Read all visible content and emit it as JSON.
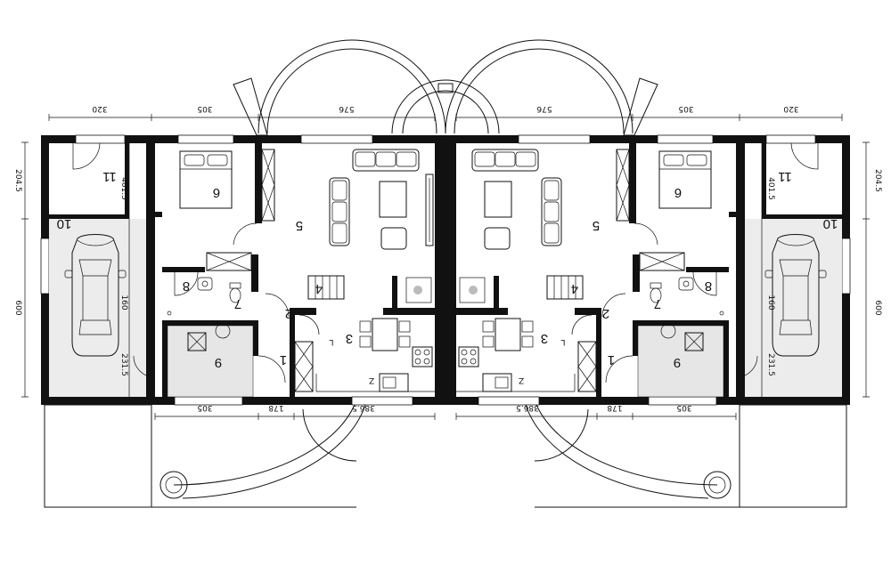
{
  "plan": {
    "top_dimensions": [
      "320",
      "305",
      "576",
      "576",
      "305",
      "320"
    ],
    "bottom_dimensions_left": [
      "305",
      "178",
      "386.5"
    ],
    "bottom_dimensions_right": [
      "386.5",
      "178",
      "305"
    ],
    "left_side_dimensions": [
      "204.5",
      "600"
    ],
    "right_side_dimensions": [
      "204.5",
      "600"
    ],
    "garage_inner_dimensions": [
      "401.5",
      "160",
      "231.5"
    ],
    "room_numbers": [
      "1",
      "2",
      "3",
      "4",
      "5",
      "6",
      "7",
      "8",
      "9",
      "10",
      "11",
      "L",
      "Z"
    ]
  }
}
